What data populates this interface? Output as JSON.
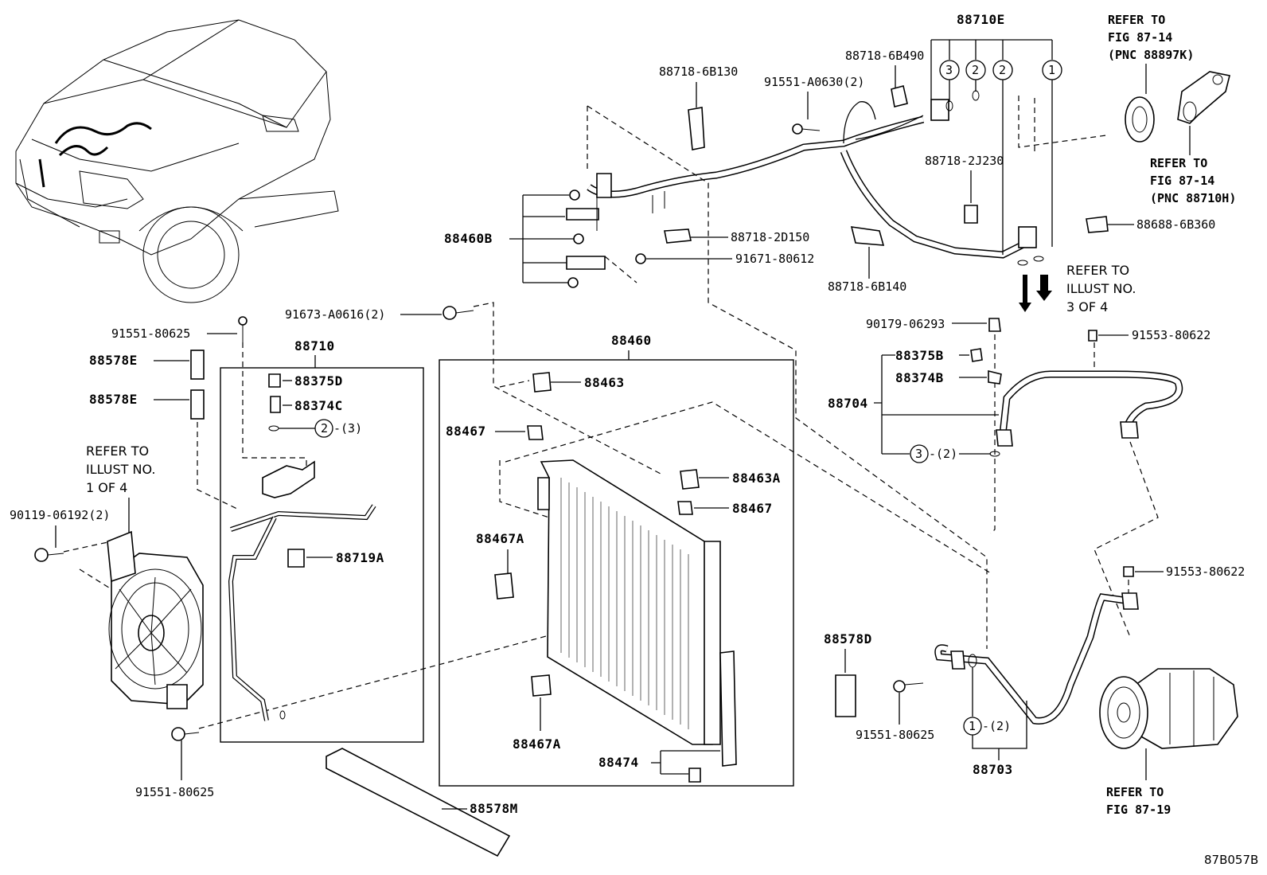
{
  "diagram_code": "87B057B",
  "parts": {
    "p88710E": "88710E",
    "p88718_6B490": "88718-6B490",
    "p88718_6B130": "88718-6B130",
    "p91551_A0630": "91551-A0630(2)",
    "p88718_2J230": "88718-2J230",
    "p88460B": "88460B",
    "p88718_2D150": "88718-2D150",
    "p91671_80612": "91671-80612",
    "p88718_6B140": "88718-6B140",
    "p88688_6B360": "88688-6B360",
    "p91673_A0616": "91673-A0616(2)",
    "p91551_80625_a": "91551-80625",
    "p88578E_a": "88578E",
    "p88578E_b": "88578E",
    "p88710": "88710",
    "p88375D": "88375D",
    "p88374C": "88374C",
    "p88719A": "88719A",
    "p88460": "88460",
    "p88463": "88463",
    "p88467_a": "88467",
    "p88463A": "88463A",
    "p88467_b": "88467",
    "p88467A_a": "88467A",
    "p88467A_b": "88467A",
    "p88474": "88474",
    "p88578M": "88578M",
    "p90179_06293": "90179-06293",
    "p91553_80622_a": "91553-80622",
    "p88375B": "88375B",
    "p88374B": "88374B",
    "p88704": "88704",
    "p91553_80622_b": "91553-80622",
    "p88578D": "88578D",
    "p91551_80625_b": "91551-80625",
    "p88703": "88703",
    "p90119_06192": "90119-06192(2)",
    "p91551_80625_c": "91551-80625"
  },
  "callouts": {
    "c1": "1",
    "c2": "2",
    "c2b": "2",
    "c3": "3",
    "k2": "2",
    "k2_qty": "-(3)",
    "k3": "3",
    "k3_qty": "-(2)",
    "k1": "1",
    "k1_qty": "-(2)"
  },
  "references": {
    "fig_87_14_a": [
      "REFER TO",
      "FIG 87-14",
      "(PNC 88897K)"
    ],
    "fig_87_14_b": [
      "REFER TO",
      "FIG 87-14",
      "(PNC 88710H)"
    ],
    "illust_3of4": [
      "REFER TO",
      "ILLUST NO.",
      "3 OF 4"
    ],
    "illust_1of4": [
      "REFER TO",
      "ILLUST NO.",
      "1 OF 4"
    ],
    "fig_87_19": [
      "REFER TO",
      "FIG 87-19"
    ]
  }
}
